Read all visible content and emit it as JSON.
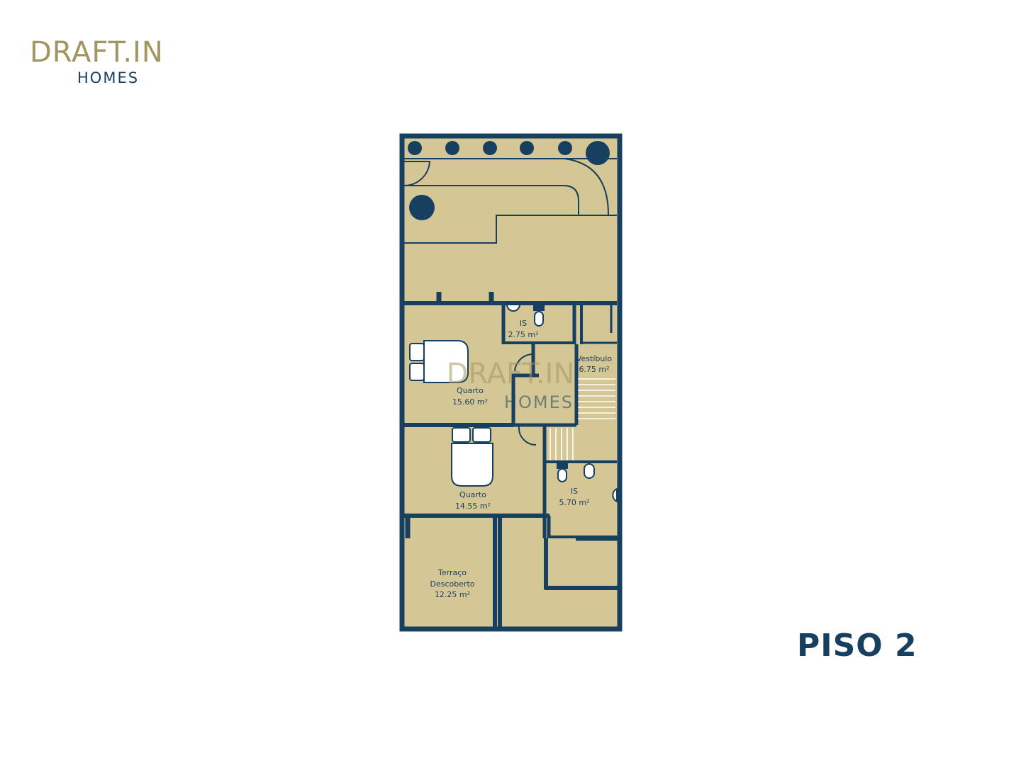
{
  "brand": {
    "logo_line1": "DRAFT.IN",
    "logo_line2": "HOMES"
  },
  "watermark": {
    "line1": "DRAFT.IN",
    "line2": "HOMES"
  },
  "floor_label": "PISO 2",
  "colors": {
    "wall": "#173f5f",
    "floor": "#d4c795",
    "logo_gold": "#a39560",
    "fixture": "#ffffff"
  },
  "rooms": [
    {
      "id": "is1",
      "name": "IS",
      "area": "2.75 m²"
    },
    {
      "id": "vestibulo",
      "name": "Vestíbulo",
      "area": "6.75 m²"
    },
    {
      "id": "quarto1",
      "name": "Quarto",
      "area": "15.60 m²"
    },
    {
      "id": "quarto2",
      "name": "Quarto",
      "area": "14.55 m²"
    },
    {
      "id": "is2",
      "name": "IS",
      "area": "5.70 m²"
    },
    {
      "id": "terraco",
      "name_line1": "Terraço",
      "name_line2": "Descoberto",
      "area": "12.25 m²"
    }
  ]
}
